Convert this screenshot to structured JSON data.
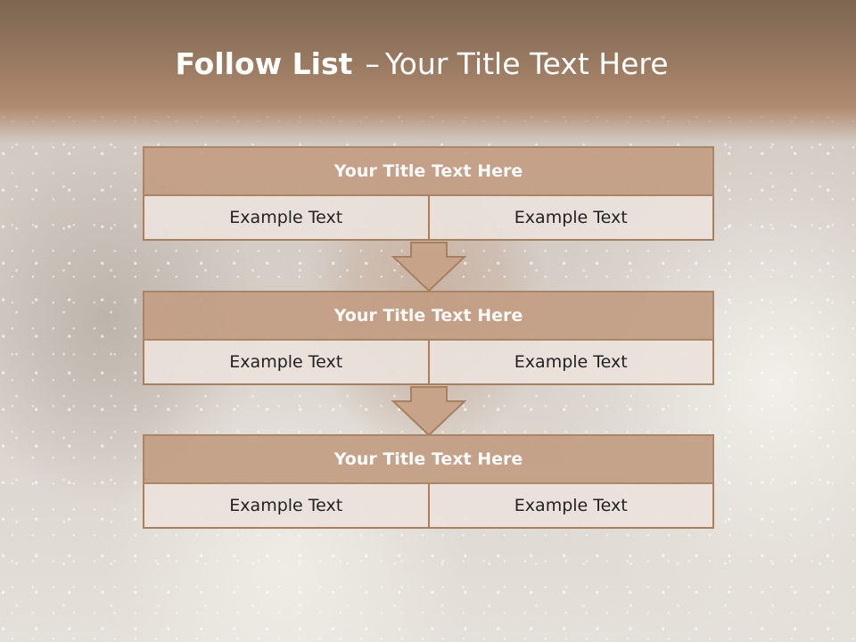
{
  "slide": {
    "title_bold": "Follow List",
    "title_dash": "–",
    "title_rest": "Your Title Text Here"
  },
  "blocks": [
    {
      "title": "Your Title Text Here",
      "left": "Example Text",
      "right": "Example Text"
    },
    {
      "title": "Your Title Text Here",
      "left": "Example Text",
      "right": "Example Text"
    },
    {
      "title": "Your Title Text Here",
      "left": "Example Text",
      "right": "Example Text"
    }
  ],
  "colors": {
    "header": "#9a7a62",
    "block_title": "#c39e84",
    "border": "#a7805f",
    "cell": "#ece2dc"
  },
  "icons": [
    "down-arrow-icon"
  ]
}
